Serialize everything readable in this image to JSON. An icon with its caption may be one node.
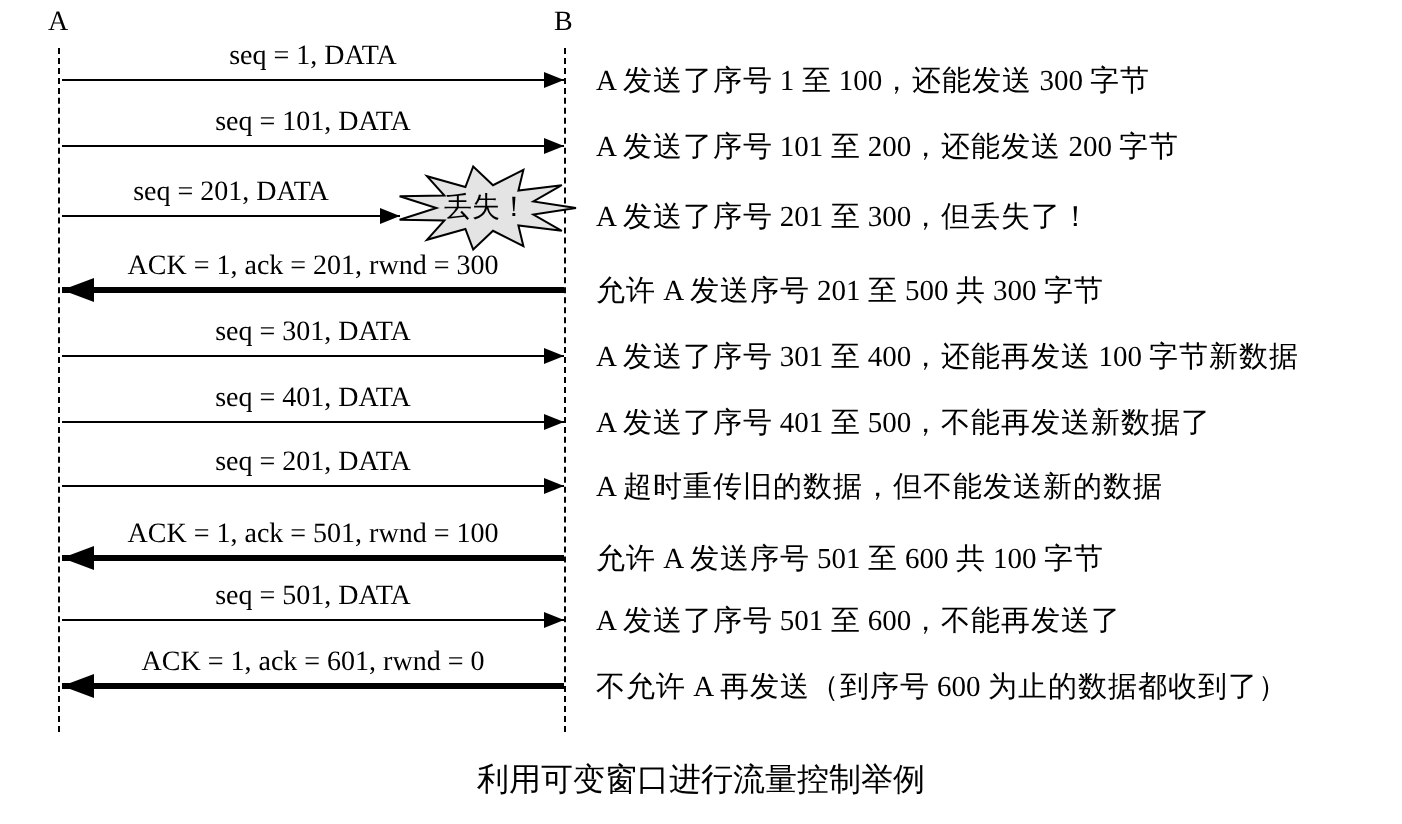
{
  "diagram": {
    "caption": "利用可变窗口进行流量控制举例",
    "nodes": [
      {
        "text": [
          "A"
        ]
      },
      {
        "text": [
          "B"
        ]
      },
      {
        "text": [
          "丢失！"
        ]
      }
    ],
    "edges": [
      {
        "from": 0,
        "to": 1,
        "arrow": "to",
        "label": "seq = 1, DATA"
      },
      {
        "from": 0,
        "to": 1,
        "arrow": "to",
        "label": "seq = 101, DATA"
      },
      {
        "from": 0,
        "to": 2,
        "arrow": "to",
        "label": "seq = 201, DATA"
      },
      {
        "from": 1,
        "to": 0,
        "arrow": "to",
        "label": "ACK = 1, ack = 201, rwnd = 300",
        "style": "thick"
      },
      {
        "from": 0,
        "to": 1,
        "arrow": "to",
        "label": "seq = 301, DATA"
      },
      {
        "from": 0,
        "to": 1,
        "arrow": "to",
        "label": "seq = 401, DATA"
      },
      {
        "from": 0,
        "to": 1,
        "arrow": "to",
        "label": "seq = 201, DATA"
      },
      {
        "from": 1,
        "to": 0,
        "arrow": "to",
        "label": "ACK = 1, ack = 501, rwnd = 100",
        "style": "thick"
      },
      {
        "from": 0,
        "to": 1,
        "arrow": "to",
        "label": "seq = 501, DATA"
      },
      {
        "from": 1,
        "to": 0,
        "arrow": "to",
        "label": "ACK = 1, ack = 601, rwnd = 0",
        "style": "thick"
      }
    ],
    "labels": [
      "A 发送了序号 1 至 100，还能发送 300 字节",
      "A 发送了序号 101 至 200，还能发送 200 字节",
      "A 发送了序号 201 至 300，但丢失了！",
      "允许 A 发送序号 201 至 500  共 300 字节",
      "A 发送了序号 301 至 400，还能再发送 100 字节新数据",
      "A 发送了序号 401 至 500，不能再发送新数据了",
      "A 超时重传旧的数据，但不能发送新的数据",
      "允许 A 发送序号 501 至 600 共 100 字节",
      "A 发送了序号 501 至 600，不能再发送了",
      "不允许 A 再发送（到序号 600 为止的数据都收到了）"
    ]
  }
}
